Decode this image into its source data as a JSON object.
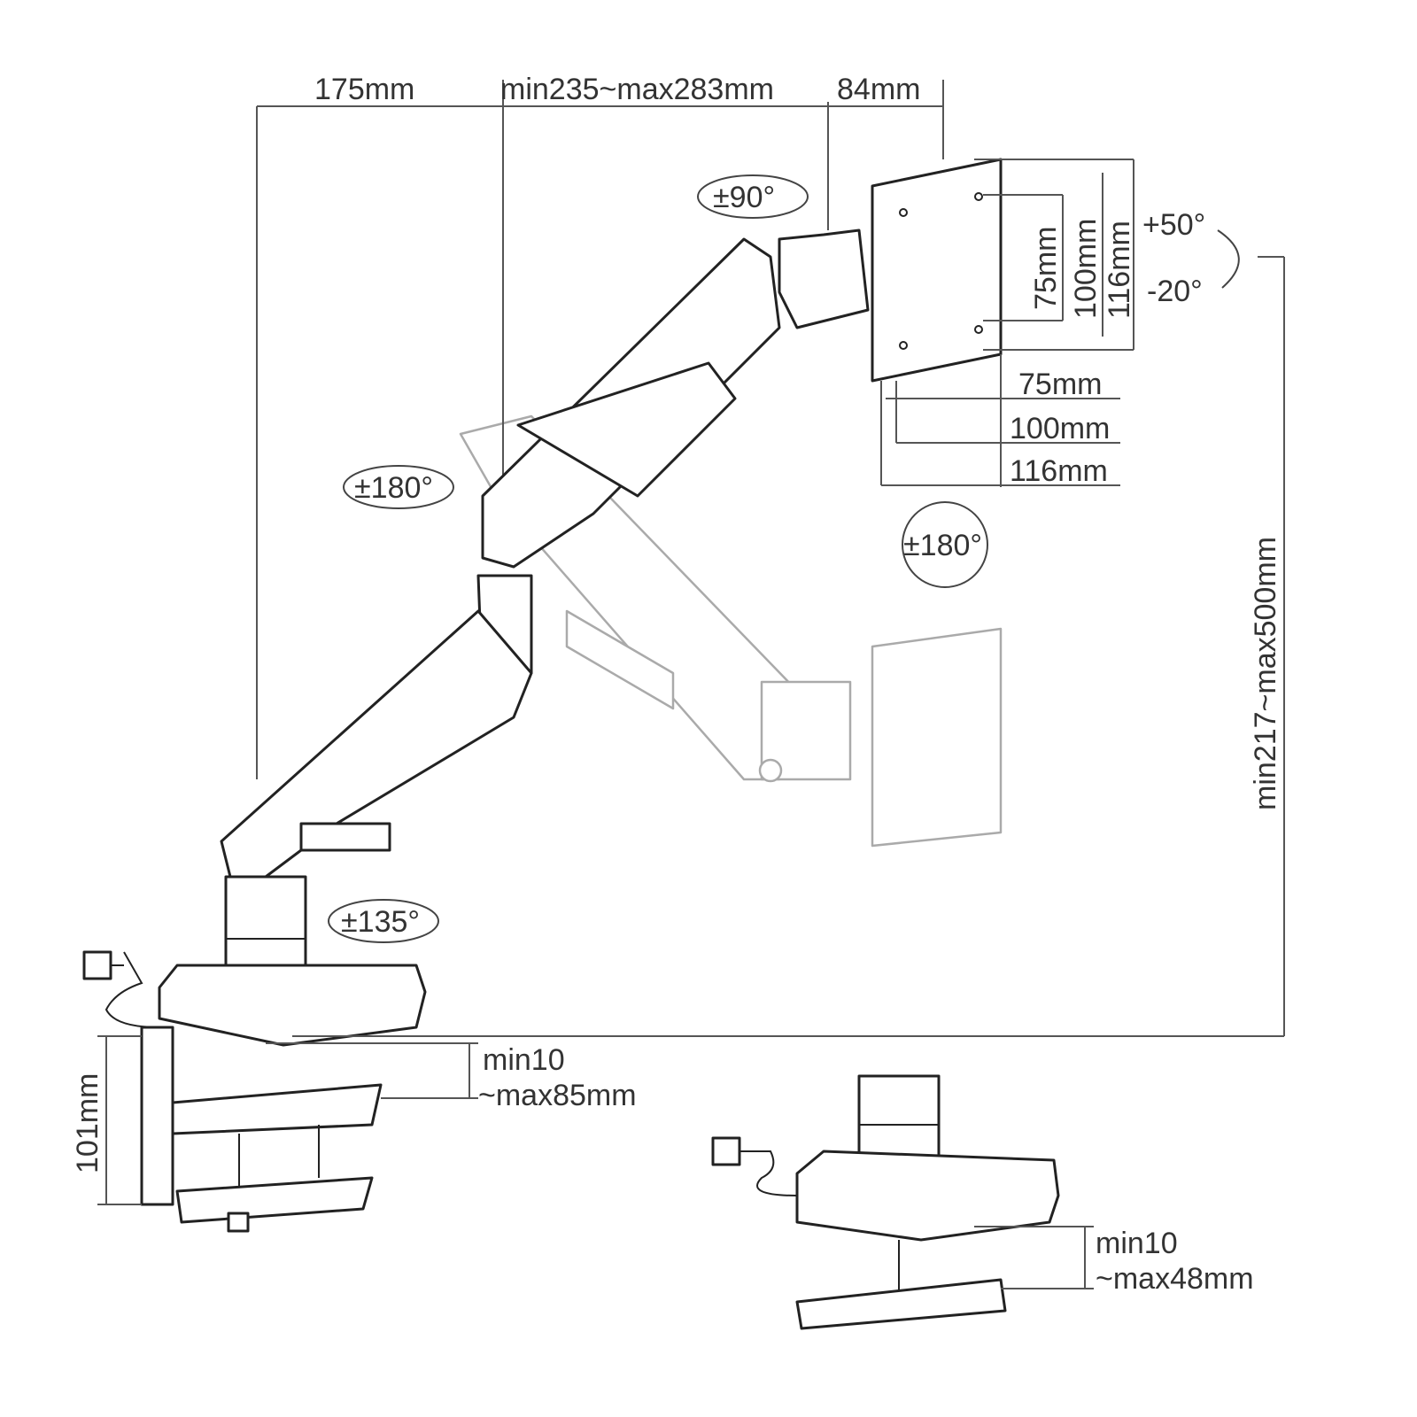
{
  "diagram": {
    "title": "Monitor arm dimension drawing",
    "dimensions": {
      "arm_base_offset": "175mm",
      "arm_reach": "min235~max283mm",
      "tilt_head_depth": "84mm",
      "vesa_vertical_75": "75mm",
      "vesa_vertical_100": "100mm",
      "vesa_vertical_116": "116mm",
      "vesa_horizontal_75": "75mm",
      "vesa_horizontal_100": "100mm",
      "vesa_horizontal_116": "116mm",
      "height_range": "min217~max500mm",
      "clamp_height": "101mm",
      "clamp_range_line1": "min10",
      "clamp_range_line2": "~max85mm",
      "grommet_range_line1": "min10",
      "grommet_range_line2": "~max48mm"
    },
    "rotations": {
      "head_swivel": "±90°",
      "elbow_swivel": "±180°",
      "screen_rotation": "±180°",
      "base_swivel": "±135°",
      "tilt_up": "+50°",
      "tilt_down": "-20°"
    }
  }
}
